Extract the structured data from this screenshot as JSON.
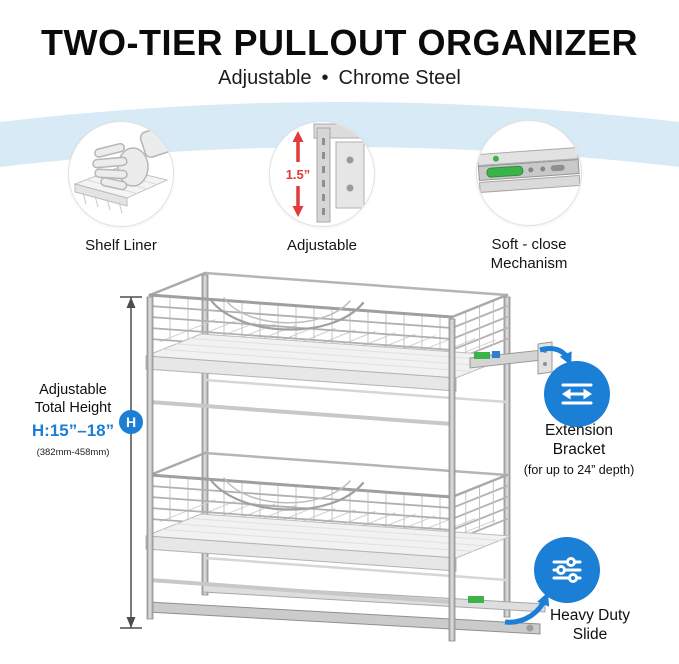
{
  "header": {
    "title": "TWO-TIER PULLOUT ORGANIZER",
    "subtitle": "Adjustable • Chrome Steel"
  },
  "features": {
    "shelf_liner": {
      "label": "Shelf Liner"
    },
    "adjustable": {
      "label": "Adjustable",
      "measurement": "1.5”"
    },
    "soft_close": {
      "label_line1": "Soft - close",
      "label_line2": "Mechanism"
    }
  },
  "dimension": {
    "label_line1": "Adjustable",
    "label_line2": "Total Height",
    "value": "H:15”–18”",
    "metric": "(382mm-458mm)",
    "marker": "H"
  },
  "callouts": {
    "extension_bracket": {
      "label_line1": "Extension",
      "label_line2": "Bracket",
      "note": "(for up to 24” depth)"
    },
    "heavy_duty_slide": {
      "label_line1": "Heavy Duty",
      "label_line2": "Slide"
    }
  },
  "colors": {
    "accent_blue": "#1b7fd6",
    "band_blue": "#d7eaf6",
    "soft_close_green": "#3cb24a",
    "arrow_red": "#e23b3b",
    "chrome_gray": "#a9a9a9"
  }
}
